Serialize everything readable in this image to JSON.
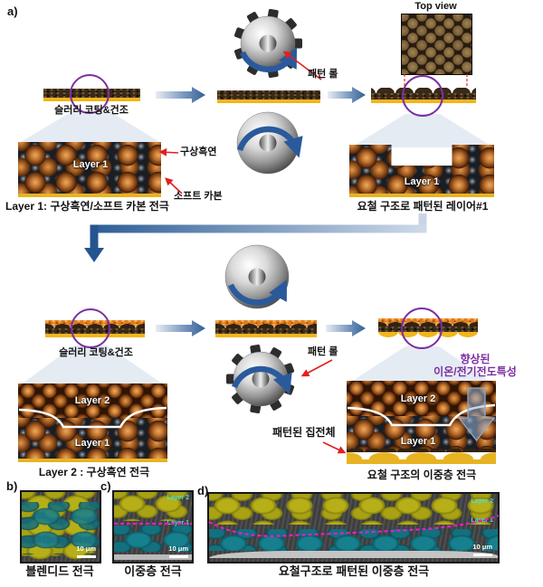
{
  "figure": {
    "panel_a_label": "a)",
    "row1": {
      "slurry_caption": "슬러리 코팅&건조",
      "pattern_roll_label": "패턴 롤",
      "top_view_label": "Top view",
      "graphite_annotation": "구상흑연",
      "soft_carbon_annotation": "소프트 카본",
      "inset_left_layer_label": "Layer 1",
      "inset_left_caption": "Layer 1: 구상흑연/소프트 카본 전극",
      "inset_right_layer_label": "Layer 1",
      "inset_right_caption": "요철 구조로 패턴된 레이어#1"
    },
    "row2": {
      "slurry_caption": "슬러리 코팅&건조",
      "pattern_roll_label": "패턴 롤",
      "improved_line1": "향상된",
      "improved_line2": "이온/전기전도특성",
      "patterned_collector_label": "패턴된 집전체",
      "inset_left_layer2_label": "Layer 2",
      "inset_left_layer1_label": "Layer 1",
      "inset_left_caption": "Layer 2 : 구상흑연 전극",
      "inset_right_layer2_label": "Layer 2",
      "inset_right_layer1_label": "Layer 1",
      "inset_right_caption": "요철 구조의 이중층 전극"
    },
    "panels": {
      "b": {
        "label": "b)",
        "caption": "블렌디드 전극",
        "scale_bar": "10 μm"
      },
      "c": {
        "label": "c)",
        "caption": "이중층 전극",
        "scale_bar": "10 μm",
        "layer2": "Layer 2",
        "layer1": "Layer 1"
      },
      "d": {
        "label": "d)",
        "caption": "요철구조로 패턴된 이중층 전극",
        "scale_bar": "10 μm",
        "layer2": "Layer 2",
        "layer1": "Layer 1"
      }
    },
    "colors": {
      "accent_blue": "#2e5f96",
      "purple": "#7b2fa0",
      "red": "#e02020",
      "foil_yellow": "#f2b51c",
      "orange_layer": "#e07d1d",
      "magenta_dashed": "#e61ec8",
      "cyan_label": "#49e0d2"
    }
  }
}
